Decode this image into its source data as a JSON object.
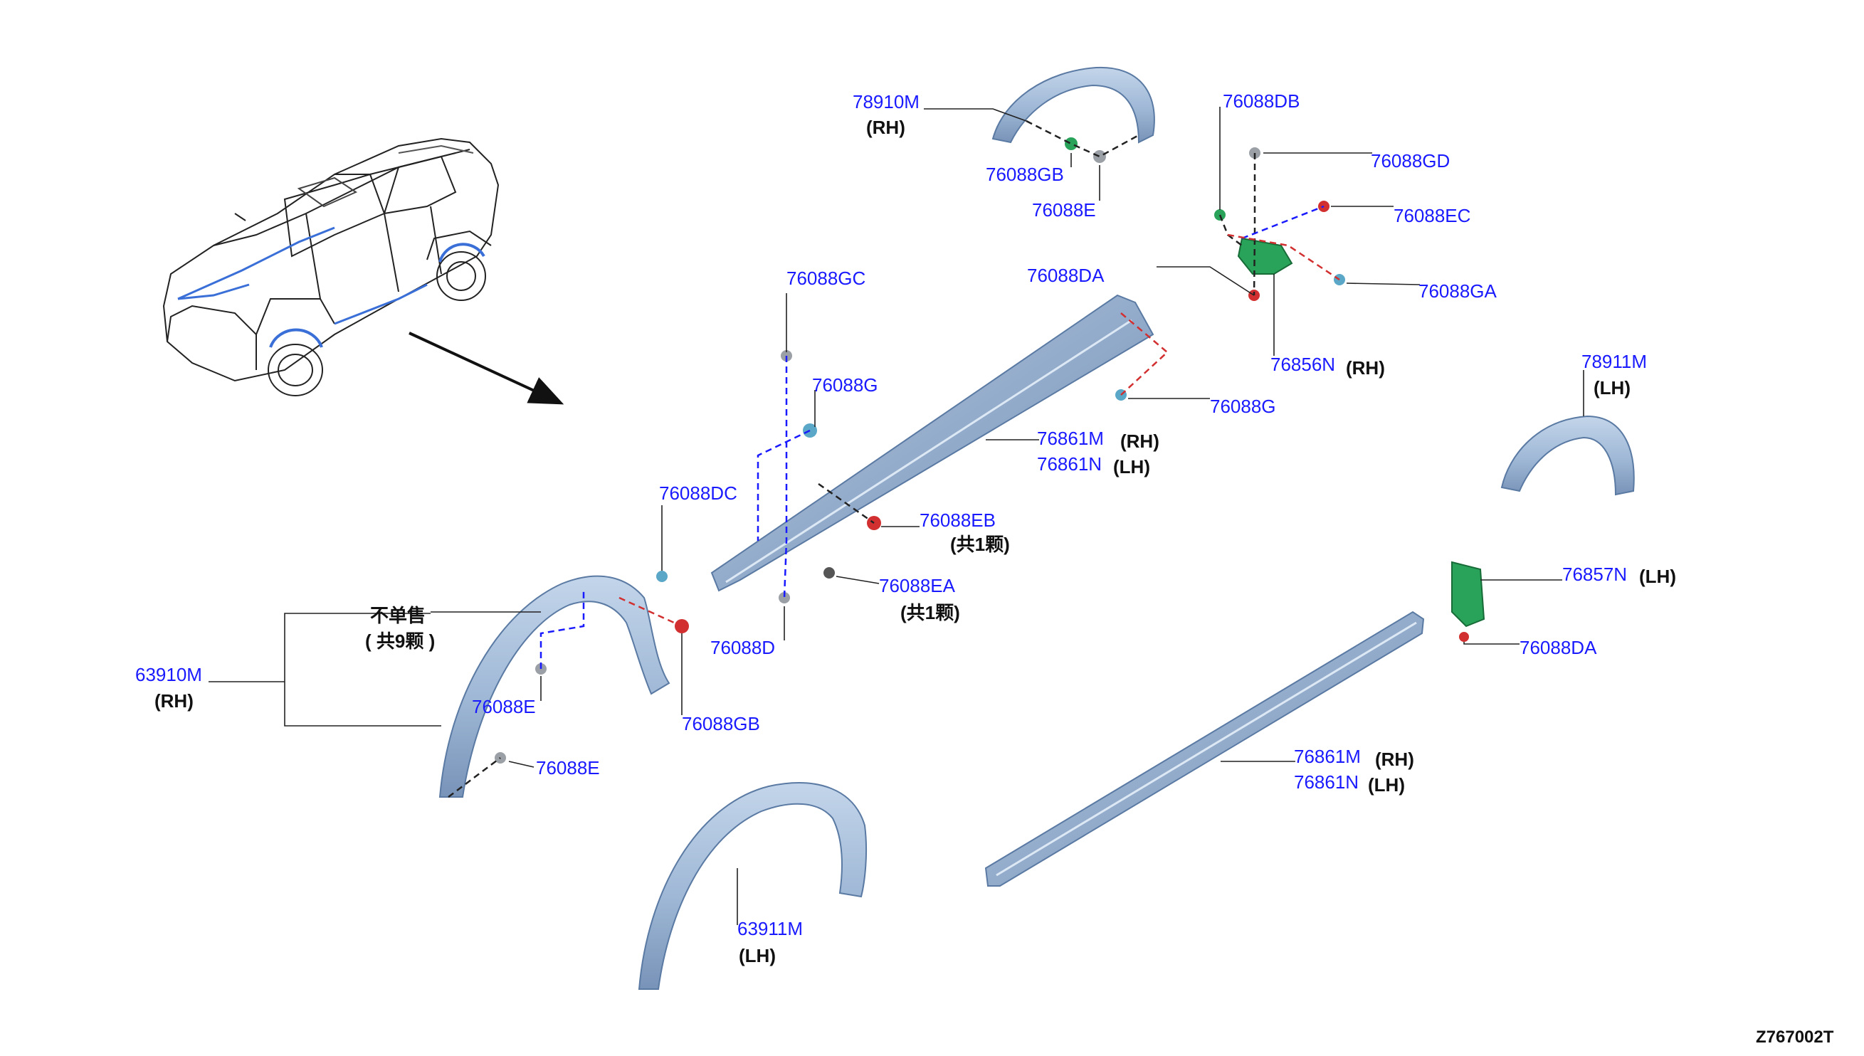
{
  "colors": {
    "label": "#1a1aff",
    "text": "#111111",
    "part_fill": "#a7bfdc",
    "part_shade": "#7d99bd",
    "part_edge": "#5a7aa3",
    "clip_green": "#2aa35a",
    "clip_red": "#d23030",
    "clip_gray": "#9aa0a6",
    "clip_teal": "#5aa7c7",
    "leader_black": "#222222",
    "dash_blue": "#1a1aff",
    "dash_red": "#d23030"
  },
  "diagram_code": "Z767002T",
  "labels": {
    "p78910M": "78910M",
    "p78910M_side": "(RH)",
    "p76088GB_top": "76088GB",
    "p76088E_top": "76088E",
    "p76088DB": "76088DB",
    "p76088GD": "76088GD",
    "p76088EC": "76088EC",
    "p76088DA_top": "76088DA",
    "p76088GA": "76088GA",
    "p76856N": "76856N",
    "p76856N_side": "(RH)",
    "p76088GC": "76088GC",
    "p76088G_left": "76088G",
    "p76088G_right": "76088G",
    "p78911M": "78911M",
    "p78911M_side": "(LH)",
    "p76861M_top": "76861M",
    "p76861M_top_side": "(RH)",
    "p76861N_top": "76861N",
    "p76861N_top_side": "(LH)",
    "p76088DC": "76088DC",
    "p76088EB": "76088EB",
    "p76088EB_note": "(共1颗)",
    "p76088EA": "76088EA",
    "p76088EA_note": "(共1颗)",
    "p76088D": "76088D",
    "p76857N": "76857N",
    "p76857N_side": "(LH)",
    "p76088DA_bot": "76088DA",
    "not_sold": "不单售",
    "not_sold_count": "( 共9颗 )",
    "p63910M": "63910M",
    "p63910M_side": "(RH)",
    "p76088E_mid": "76088E",
    "p76088GB_bot": "76088GB",
    "p76088E_bot": "76088E",
    "p76861M_bot": "76861M",
    "p76861M_bot_side": "(RH)",
    "p76861N_bot": "76861N",
    "p76861N_bot_side": "(LH)",
    "p63911M": "63911M",
    "p63911M_side": "(LH)"
  }
}
